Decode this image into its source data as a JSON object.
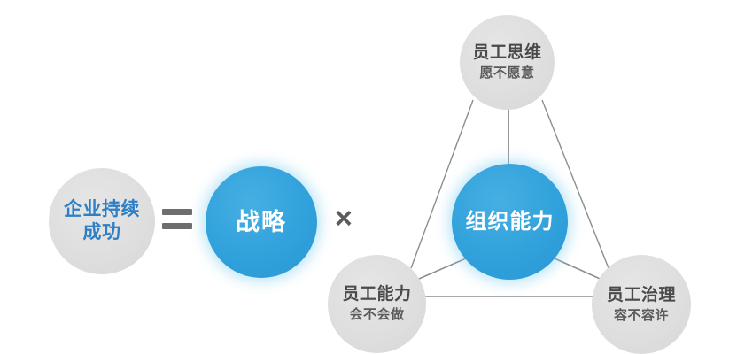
{
  "diagram": {
    "formula": {
      "result": {
        "id": "sustained-success",
        "line_main": "企业持续",
        "line_sub": "成功",
        "text_color": "#2f7fc6",
        "fill": "#dedede"
      },
      "operator_equals": "=",
      "factor_strategy": {
        "id": "strategy",
        "line_main": "战略",
        "text_color": "#ffffff",
        "fill": "#35a4dd"
      },
      "operator_multiply": "×"
    },
    "capability_cluster": {
      "center": {
        "id": "org-capability",
        "line_main": "组织能力",
        "text_color": "#ffffff",
        "fill": "#35a4dd"
      },
      "pillars": [
        {
          "id": "employee-mindset",
          "position": "top",
          "line_main": "员工思维",
          "line_sub": "愿不愿意",
          "fill": "#dedede",
          "text_color": "#4a4a4a"
        },
        {
          "id": "employee-ability",
          "position": "bottom-left",
          "line_main": "员工能力",
          "line_sub": "会不会做",
          "fill": "#dedede",
          "text_color": "#4a4a4a"
        },
        {
          "id": "employee-governance",
          "position": "bottom-right",
          "line_main": "员工治理",
          "line_sub": "容不容许",
          "fill": "#dedede",
          "text_color": "#4a4a4a"
        }
      ],
      "connector_color": "#8d8d8d"
    }
  }
}
